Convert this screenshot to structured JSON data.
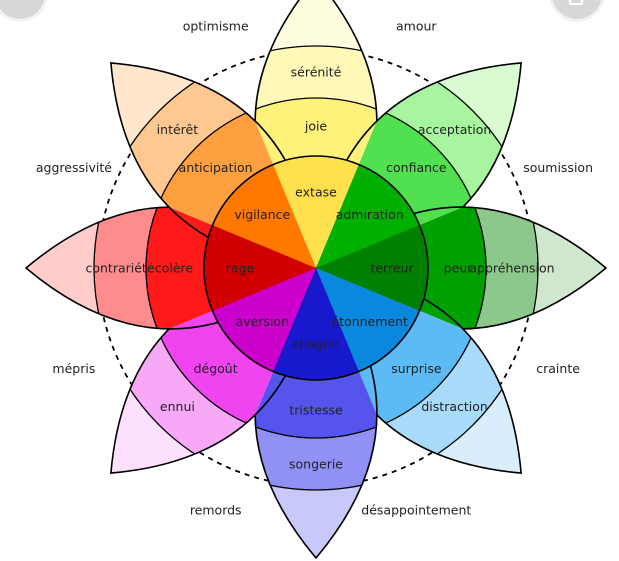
{
  "petals": [
    {
      "id": "joy",
      "inner": "extase",
      "mid": "joie",
      "outer": "sérénité",
      "colors": [
        "#ffe14d",
        "#fff27a",
        "#fff8b8"
      ]
    },
    {
      "id": "trust",
      "inner": "admiration",
      "mid": "confiance",
      "outer": "acceptation",
      "colors": [
        "#00b000",
        "#50e050",
        "#a8f5a0"
      ]
    },
    {
      "id": "fear",
      "inner": "terreur",
      "mid": "peur",
      "outer": "appréhension",
      "colors": [
        "#008000",
        "#00a000",
        "#8cc88c"
      ]
    },
    {
      "id": "surprise",
      "inner": "étonnement",
      "mid": "surprise",
      "outer": "distraction",
      "colors": [
        "#0a88dd",
        "#5cbaf5",
        "#a8dafa"
      ]
    },
    {
      "id": "sadness",
      "inner": "chagrin",
      "mid": "tristesse",
      "outer": "songerie",
      "colors": [
        "#1818cc",
        "#5555ee",
        "#9090f5"
      ]
    },
    {
      "id": "disgust",
      "inner": "aversion",
      "mid": "dégoût",
      "outer": "ennui",
      "colors": [
        "#cc00cc",
        "#f044f0",
        "#f7a8f7"
      ]
    },
    {
      "id": "anger",
      "inner": "rage",
      "mid": "colère",
      "outer": "contrariété",
      "colors": [
        "#d00000",
        "#ff1a1a",
        "#ff8c8c"
      ]
    },
    {
      "id": "anticipation",
      "inner": "vigilance",
      "mid": "anticipation",
      "outer": "intérêt",
      "colors": [
        "#ff7800",
        "#ffa040",
        "#ffc890"
      ]
    }
  ],
  "tip_colors": [
    "#fffde0",
    "#d8fbd2",
    "#cfe6cf",
    "#d8eefc",
    "#c8c8fa",
    "#fde0fd",
    "#ffcccc",
    "#ffe6cc"
  ],
  "dyads": [
    "amour",
    "soumission",
    "crainte",
    "désappointement",
    "remords",
    "mépris",
    "aggressivité",
    "optimisme"
  ],
  "stroke_color": "#000000"
}
